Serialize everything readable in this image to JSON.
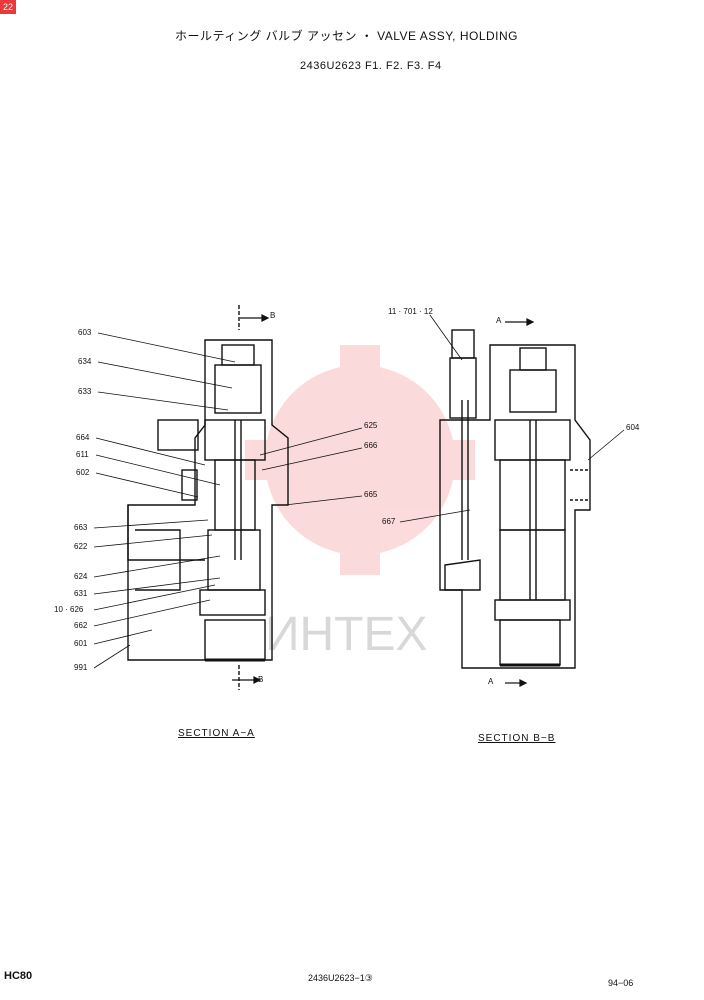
{
  "header": {
    "title": "ホールティング バルブ アッセン ・ VALVE ASSY, HOLDING",
    "part_codes": "2436U2623 F1. F2. F3. F4"
  },
  "watermark": {
    "text": "ИНТЕХ",
    "color": "#e83a3a"
  },
  "corner_badge": "22",
  "section_aa": {
    "caption": "SECTION A−A",
    "cut_top": "B",
    "cut_bottom": "B",
    "labels": {
      "l603": "603",
      "l634": "634",
      "l633": "633",
      "l664": "664",
      "l611": "611",
      "l602": "602",
      "l663": "663",
      "l622": "622",
      "l624": "624",
      "l631": "631",
      "l626": "10 · 626",
      "l662": "662",
      "l601": "601",
      "l991": "991",
      "l625": "625",
      "l666": "666",
      "l665": "665"
    }
  },
  "section_bb": {
    "caption": "SECTION B−B",
    "cut_top": "A",
    "cut_bottom": "A",
    "labels": {
      "l701": "11 · 701 · 12",
      "l604": "604",
      "l667": "667"
    }
  },
  "footer": {
    "model": "HC80",
    "page_code": "2436U2623−1③",
    "date": "94−06"
  }
}
